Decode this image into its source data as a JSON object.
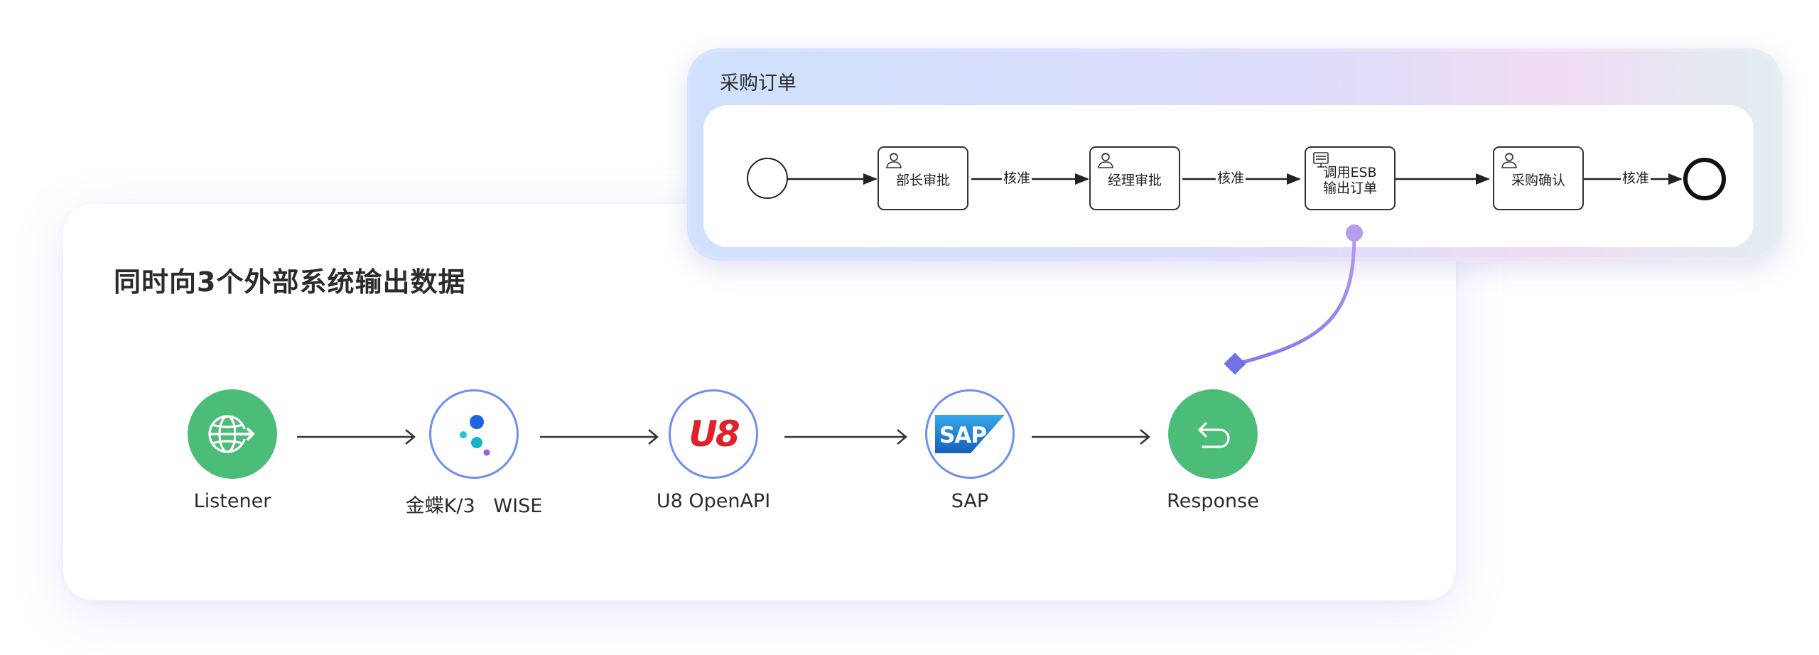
{
  "main_card": {
    "title": "同时向3个外部系统输出数据",
    "nodes": [
      {
        "label": "Listener",
        "icon": "globe-export-icon",
        "style": "green"
      },
      {
        "label": "金蝶K/3   WISE",
        "icon": "kingdee-logo-icon",
        "style": "outlined"
      },
      {
        "label": "U8 OpenAPI",
        "icon": "u8-logo-icon",
        "logo_text": "U8",
        "style": "outlined"
      },
      {
        "label": "SAP",
        "icon": "sap-logo-icon",
        "logo_text": "SAP",
        "style": "outlined"
      },
      {
        "label": "Response",
        "icon": "return-arrow-icon",
        "style": "green"
      }
    ]
  },
  "process_card": {
    "title": "采购订单",
    "tasks": [
      {
        "label": "部长审批",
        "icon": "user-task-icon"
      },
      {
        "label": "经理审批",
        "icon": "user-task-icon"
      },
      {
        "label": "调用ESB\n输出订单",
        "icon": "service-task-icon"
      },
      {
        "label": "采购确认",
        "icon": "user-task-icon"
      }
    ],
    "edge_labels": [
      "核准",
      "核准",
      "核准"
    ]
  },
  "colors": {
    "green_node": "#4cbd78",
    "node_border": "#6d8ff0",
    "connector": "#a78bf0",
    "connector_end": "#7272e6",
    "u8_red": "#e0212a",
    "sap_blue": "#1a73c9"
  }
}
